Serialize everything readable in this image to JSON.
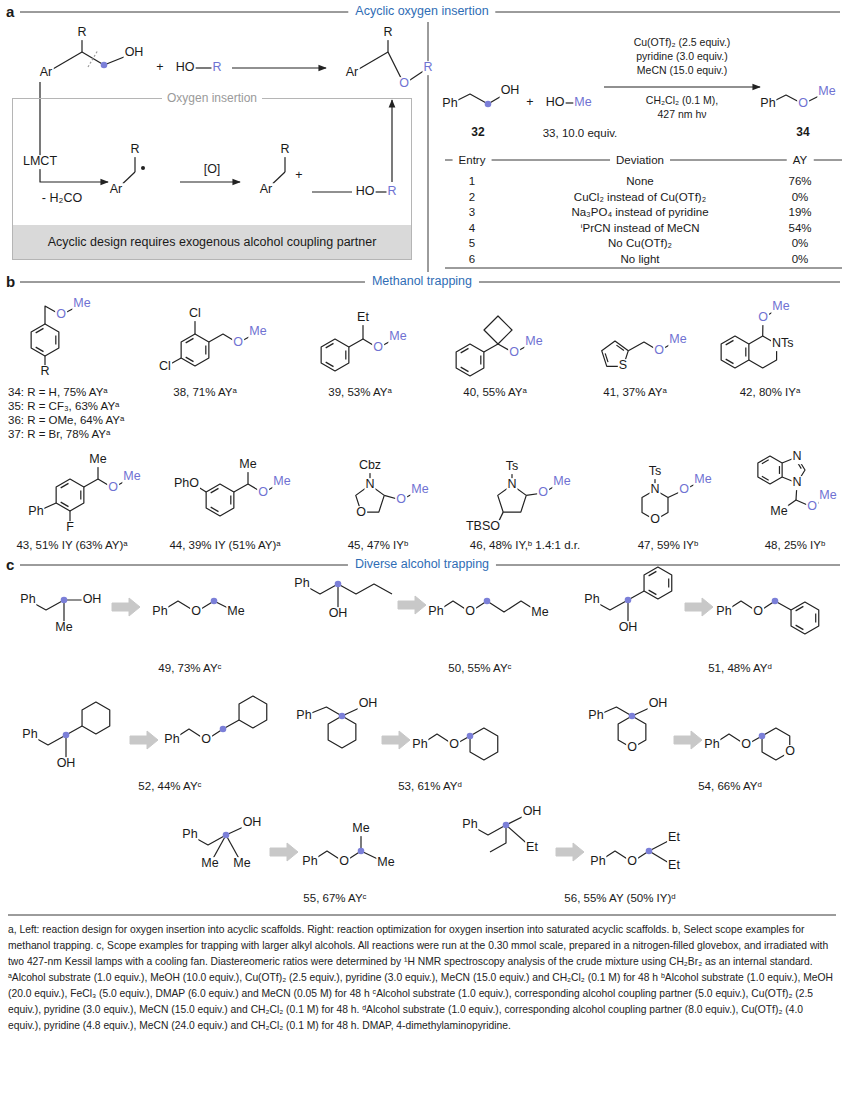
{
  "diagram": {
    "caption": "a, Left: reaction design for oxygen insertion into acyclic scaffolds. Right: reaction optimization for oxygen insertion into saturated acyclic scaffolds. b, Select scope examples for methanol trapping. c, Scope examples for trapping with larger alkyl alcohols. All reactions were run at the 0.30 mmol scale, prepared in a nitrogen-filled glovebox, and irradiated with two 427-nm Kessil lamps with a cooling fan. Diastereomeric ratios were determined by ¹H NMR spectroscopy analysis of the crude mixture using CH₂Br₂ as an internal standard. ᵃAlcohol substrate (1.0 equiv.), MeOH (10.0 equiv.), Cu(OTf)₂ (2.5 equiv.), pyridine (3.0 equiv.), MeCN (15.0 equiv.) and CH₂Cl₂ (0.1 M) for 48 h ᵇAlcohol substrate (1.0 equiv.), MeOH (20.0 equiv.), FeCl₃ (5.0 equiv.), DMAP (6.0 equiv.) and MeCN (0.05 M) for 48 h ᶜAlcohol substrate (1.0 equiv.), corresponding alcohol coupling partner (5.0 equiv.), Cu(OTf)₂ (2.5 equiv.), pyridine (3.0 equiv.), MeCN (15.0 equiv.) and CH₂Cl₂ (0.1 M) for 48 h. ᵈAlcohol substrate (1.0 equiv.), corresponding alcohol coupling partner (8.0 equiv.), Cu(OTf)₂ (4.0 equiv.), pyridine (4.8 equiv.), MeCN (24.0 equiv.) and CH₂Cl₂ (0.1 M) for 48 h. DMAP, 4-dimethylaminopyridine.",
    "nodes": [
      {
        "text": [
          "Oxygen insertion"
        ]
      },
      {
        "text": [
          "Acyclic design requires exogenous alcohol coupling partner"
        ],
        "in": 0
      }
    ],
    "labels": [
      "a",
      "Acyclic oxygen insertion",
      "R",
      "Ar",
      "OH",
      "+",
      "HO",
      "R",
      "R",
      "Ar",
      "O",
      "R",
      "LMCT",
      "- H₂CO",
      "R",
      "Ar",
      "[O]",
      "R",
      "Ar",
      "+",
      "HO",
      "R",
      "Cu(OTf)₂ (2.5 equiv.)",
      "pyridine (3.0 equiv.)",
      "MeCN (15.0 equiv.)",
      "CH₂Cl₂ (0.1 M),",
      "427 nm hν",
      "Ph",
      "OH",
      "32",
      "+",
      "HO",
      "Me",
      "33, 10.0 equiv.",
      "Ph",
      "O",
      "Me",
      "34",
      "Entry",
      "Deviation",
      "AY",
      "1",
      "None",
      "76%",
      "2",
      "CuCl₂ instead of Cu(OTf)₂",
      "0%",
      "3",
      "Na₃PO₄ instead of pyridine",
      "19%",
      "4",
      "ⁱPrCN instead of MeCN",
      "54%",
      "5",
      "No Cu(OTf)₂",
      "0%",
      "6",
      "No light",
      "0%",
      "b",
      "Methanol trapping",
      "O",
      "Me",
      "R",
      "34: R = H, 75% AYᵃ",
      "35: R = CF₃, 63% AYᵃ",
      "36: R = OMe, 64% AYᵃ",
      "37: R = Br, 78% AYᵃ",
      "Cl",
      "Cl",
      "O",
      "Me",
      "38, 71% AYᵃ",
      "Et",
      "O",
      "Me",
      "39, 53% AYᵃ",
      "O",
      "Me",
      "40, 55% AYᵃ",
      "S",
      "O",
      "Me",
      "41, 37% AYᵃ",
      "O",
      "Me",
      "NTs",
      "42, 80% IYᵃ",
      "Me",
      "O",
      "Me",
      "Ph",
      "F",
      "43, 51% IY (63% AY)ᵃ",
      "PhO",
      "Me",
      "O",
      "Me",
      "44, 39% IY (51% AY)ᵃ",
      "Cbz",
      "N",
      "O",
      "O",
      "Me",
      "45, 47% IYᵇ",
      "Ts",
      "N",
      "O",
      "Me",
      "TBSO",
      "46, 48% IY,ᵇ 1.4:1 d.r.",
      "Ts",
      "N",
      "O",
      "Me",
      "O",
      "47, 59% IYᵇ",
      "N",
      "N",
      "O",
      "Me",
      "Me",
      "48, 25% IYᵇ",
      "c",
      "Diverse alcohol trapping",
      "Ph",
      "OH",
      "Me",
      "Ph",
      "O",
      "Me",
      "49, 73% AYᶜ",
      "Ph",
      "OH",
      "Ph",
      "O",
      "Me",
      "50, 55% AYᶜ",
      "Ph",
      "OH",
      "Ph",
      "O",
      "51, 48% AYᵈ",
      "Ph",
      "OH",
      "Ph",
      "O",
      "52, 44% AYᶜ",
      "Ph",
      "OH",
      "Ph",
      "O",
      "53, 61% AYᵈ",
      "Ph",
      "OH",
      "O",
      "Ph",
      "O",
      "O",
      "54, 66% AYᵈ",
      "Ph",
      "OH",
      "Me",
      "Me",
      "Ph",
      "O",
      "Me",
      "Me",
      "55, 67% AYᶜ",
      "Ph",
      "OH",
      "Et",
      "Ph",
      "O",
      "Et",
      "Et",
      "56, 55% AY (50% IY)ᵈ"
    ]
  }
}
